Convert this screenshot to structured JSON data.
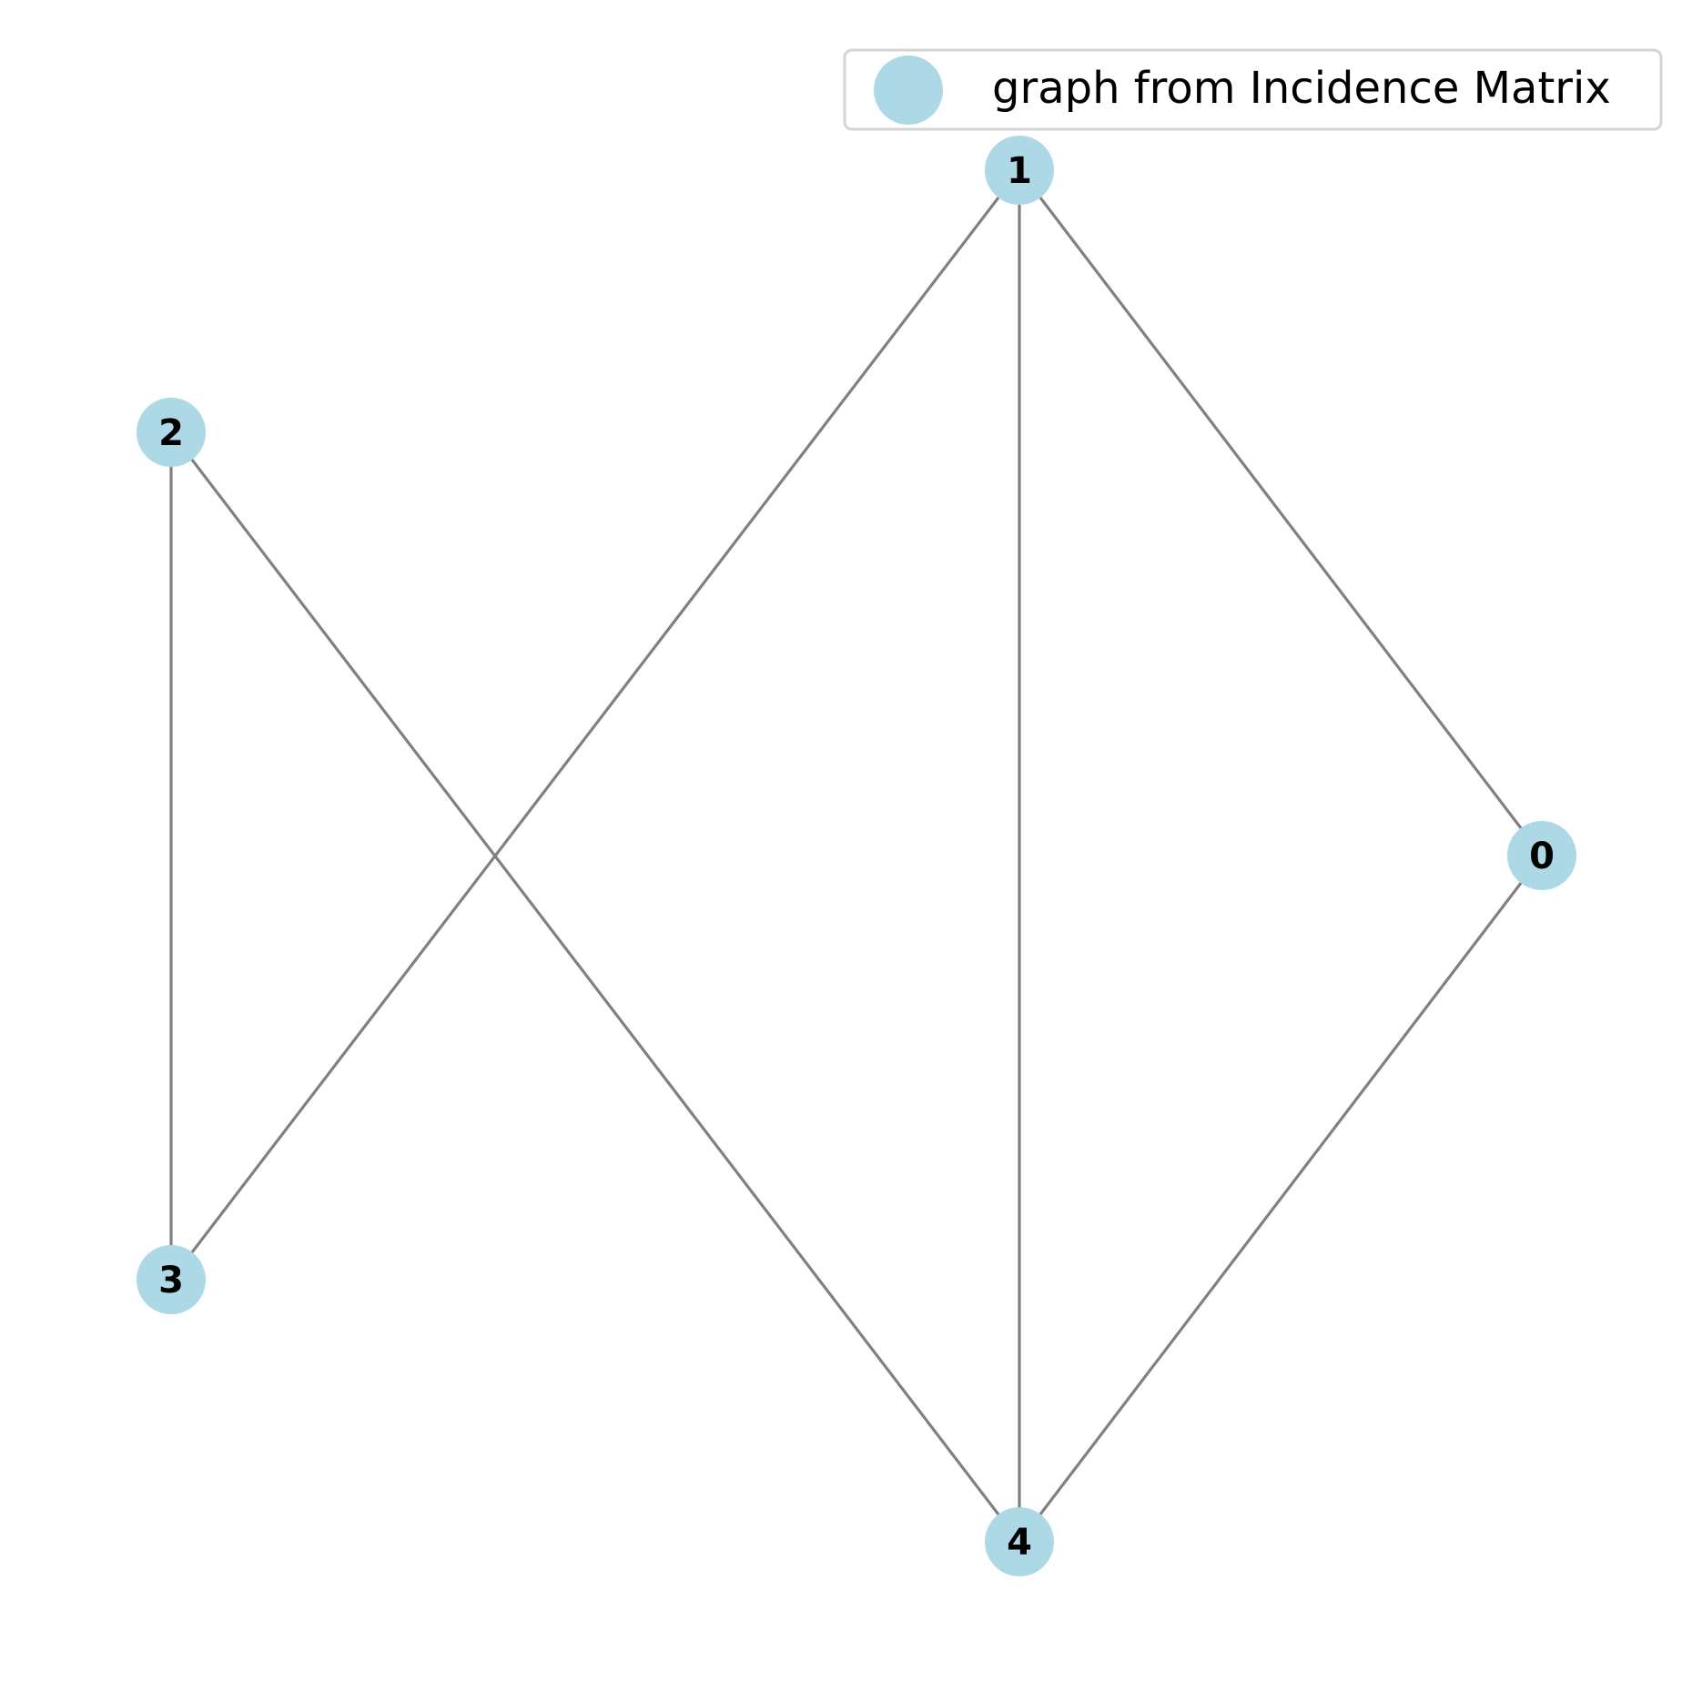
{
  "legend": {
    "label": "graph from Incidence Matrix",
    "marker_color": "#add8e6"
  },
  "style": {
    "node_color": "#add8e6",
    "edge_color": "#808080",
    "label_color": "#000000"
  },
  "graph": {
    "nodes": [
      {
        "id": "0",
        "label": "0"
      },
      {
        "id": "1",
        "label": "1"
      },
      {
        "id": "2",
        "label": "2"
      },
      {
        "id": "3",
        "label": "3"
      },
      {
        "id": "4",
        "label": "4"
      }
    ],
    "edges": [
      [
        "0",
        "1"
      ],
      [
        "0",
        "4"
      ],
      [
        "1",
        "3"
      ],
      [
        "1",
        "4"
      ],
      [
        "2",
        "3"
      ],
      [
        "2",
        "4"
      ]
    ]
  }
}
